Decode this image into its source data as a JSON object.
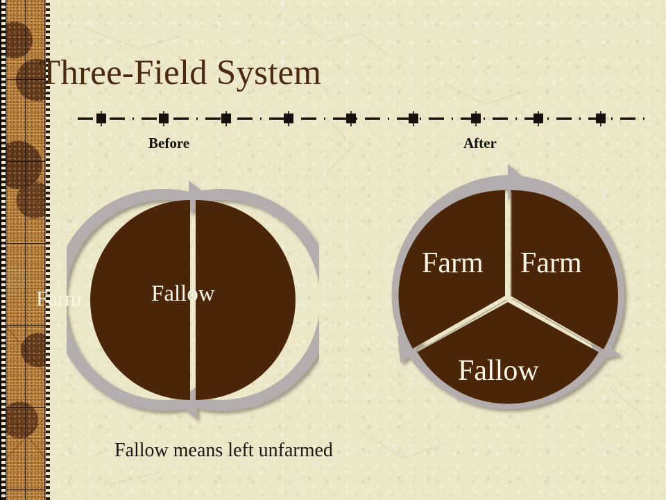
{
  "slide": {
    "title": "Three-Field System",
    "background_color": "#ece7c8",
    "title_color": "#4b2a10"
  },
  "divider": {
    "style": "dash-dot-square",
    "color": "#15120e",
    "marker_count": 10
  },
  "stages": [
    {
      "key": "before",
      "label": "Before"
    },
    {
      "key": "after",
      "label": "After"
    }
  ],
  "diagrams": {
    "before": {
      "name": "two-field-cycle",
      "segments": 2,
      "field_color": "#4b2508",
      "arrow_color": "#b3adad",
      "labels": [
        "Farm",
        "Fallow"
      ],
      "arrows": [
        {
          "direction": "up",
          "side": "left"
        },
        {
          "direction": "down",
          "side": "right"
        }
      ]
    },
    "after": {
      "name": "three-field-cycle",
      "segments": 3,
      "field_color": "#4b2508",
      "arrow_color": "#b3adad",
      "labels": [
        "Farm",
        "Farm",
        "Fallow"
      ],
      "arrows": [
        {
          "direction": "clockwise",
          "position": "top"
        },
        {
          "direction": "clockwise",
          "position": "right"
        },
        {
          "direction": "clockwise",
          "position": "left"
        }
      ]
    }
  },
  "footnote": "Fallow means left unfarmed",
  "side_band": {
    "name": "farm-field-texture-band",
    "soil_color": "#c98f45",
    "dark_soil_color": "#5a3219",
    "frame_color": "#2a1a0c"
  }
}
